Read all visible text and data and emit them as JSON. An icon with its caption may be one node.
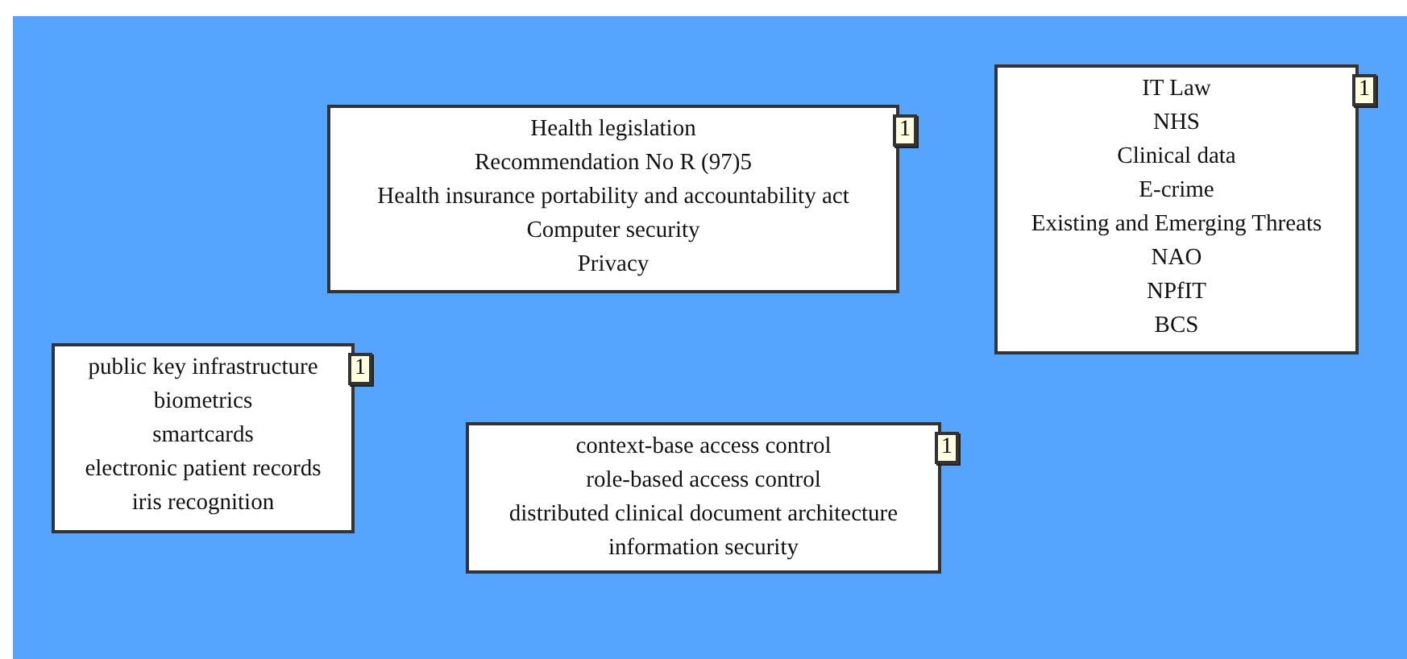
{
  "diagram": {
    "nodes": [
      {
        "text": [
          "Health legislation",
          "Recommendation No R (97)5",
          "Health insurance portability and accountability act",
          "Computer security",
          "Privacy"
        ],
        "beside": [
          "1"
        ]
      },
      {
        "text": [
          "IT Law",
          "NHS",
          "Clinical data",
          "E-crime",
          "Existing and Emerging Threats",
          "NAO",
          "NPfIT",
          "BCS"
        ],
        "beside": [
          "1"
        ]
      },
      {
        "text": [
          "public key infrastructure",
          "biometrics",
          "smartcards",
          "electronic patient records",
          "iris recognition"
        ],
        "beside": [
          "1"
        ]
      },
      {
        "text": [
          "context-base access control",
          "role-based access control",
          "distributed clinical document architecture",
          "information security"
        ],
        "beside": [
          "1"
        ]
      }
    ],
    "edges": []
  }
}
